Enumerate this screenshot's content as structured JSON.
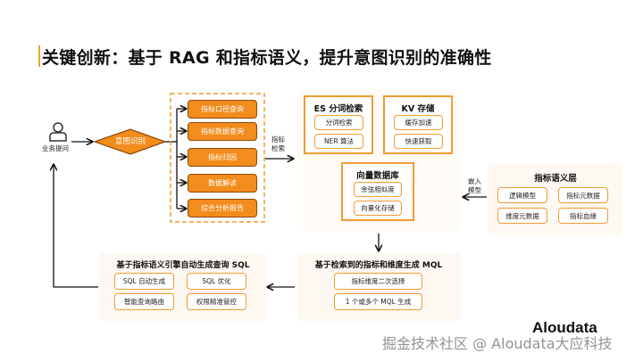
{
  "title": "关键创新：基于 RAG 和指标语义，提升意图识别的准确性",
  "user": {
    "label": "业务提问",
    "icon": "user-icon"
  },
  "intent": {
    "label": "意图识别"
  },
  "intents": [
    "指标口径查询",
    "指标数据查询",
    "指标归因",
    "数据解读",
    "综合分析报告"
  ],
  "search_label": [
    "指标",
    "检索"
  ],
  "es": {
    "title": "ES 分词检索",
    "items": [
      "分词检索",
      "NER 算法"
    ]
  },
  "kv": {
    "title": "KV 存储",
    "items": [
      "缓存加速",
      "快速获取"
    ]
  },
  "vector": {
    "title": "向量数据库",
    "items": [
      "余弦相似度",
      "向量化存储"
    ]
  },
  "embed_label": [
    "嵌入",
    "模型"
  ],
  "semantic": {
    "title": "指标语义层",
    "items": [
      "逻辑模型",
      "指标元数据",
      "维度元数据",
      "指标血缘"
    ]
  },
  "mql": {
    "title": "基于检索到的指标和维度生成 MQL",
    "items": [
      "指标维度二次选择",
      "1 个或多个 MQL 生成"
    ]
  },
  "sql": {
    "title": "基于指标语义引擎自动生成查询 SQL",
    "items": [
      "SQL 自动生成",
      "SQL 优化",
      "智能查询路由",
      "权限精准管控"
    ]
  },
  "logo": "Aloudata",
  "watermark": "掘金技术社区 @ Aloudata大应科技",
  "colors": {
    "accent": "#f28c1c",
    "border": "#f29b32"
  }
}
